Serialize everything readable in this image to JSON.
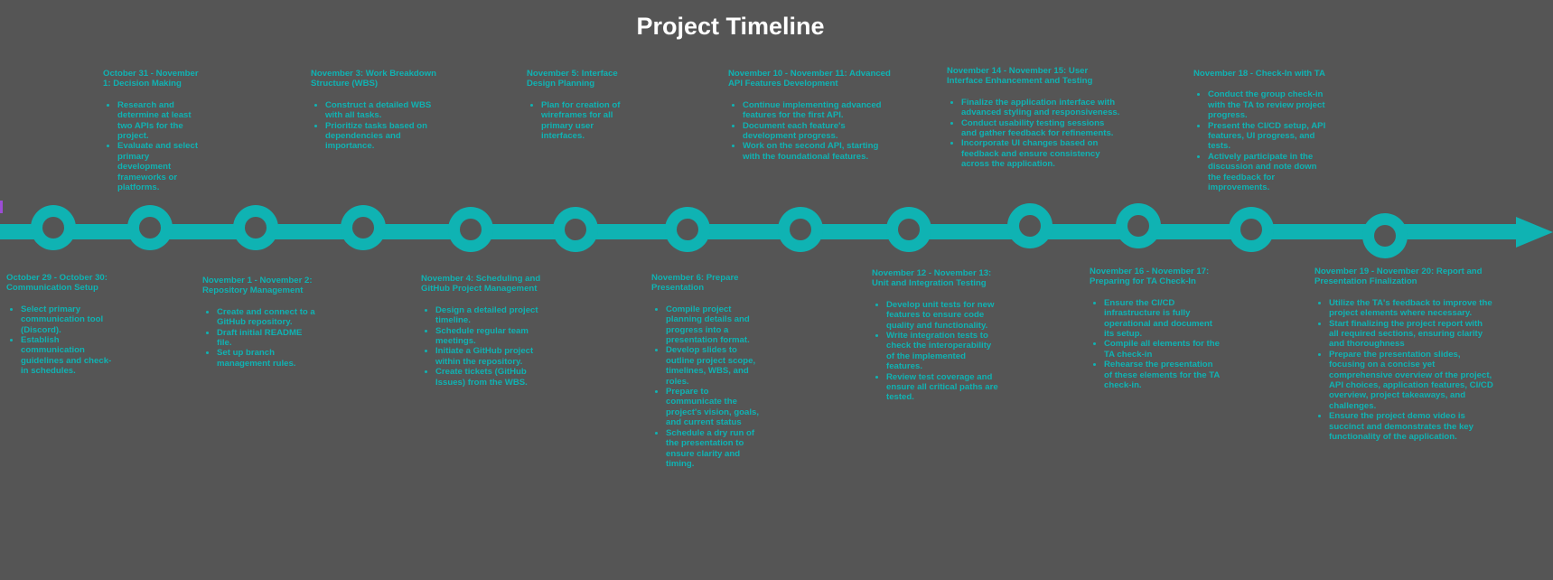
{
  "title": "Project Timeline",
  "colors": {
    "background": "#555555",
    "accent": "#0fb3b3",
    "title": "#ffffff",
    "marker": "#9c4dd6"
  },
  "timeline": {
    "direction": "left-to-right",
    "end_symbol": "arrow-head",
    "node_count": 13
  },
  "events": [
    {
      "title": "October 29 - October 30: Communication Setup",
      "side": "below",
      "items": [
        "Select primary communication tool (Discord).",
        "Establish communication guidelines and check-in schedules."
      ]
    },
    {
      "title": "October 31 - November 1: Decision Making",
      "side": "above",
      "items": [
        "Research and determine at least two APIs for the project.",
        "Evaluate and select primary development frameworks or platforms."
      ]
    },
    {
      "title": "November 1 - November 2: Repository Management",
      "side": "below",
      "items": [
        "Create and connect to a GitHub repository.",
        "Draft initial README file.",
        "Set up branch management rules."
      ]
    },
    {
      "title": "November 3: Work Breakdown Structure (WBS)",
      "side": "above",
      "items": [
        "Construct a detailed WBS with all tasks.",
        "Prioritize tasks based on dependencies and importance."
      ]
    },
    {
      "title": "November 4: Scheduling and GitHub Project Management",
      "side": "below",
      "items": [
        "Design a detailed project timeline.",
        "Schedule regular team meetings.",
        "Initiate a GitHub project within the repository.",
        "Create tickets (GitHub Issues) from the WBS."
      ]
    },
    {
      "title": "November 5: Interface Design Planning",
      "side": "above",
      "items": [
        "Plan for creation of wireframes for all primary user interfaces."
      ]
    },
    {
      "title": "November 6: Prepare Presentation",
      "side": "below",
      "items": [
        "Compile project planning details and progress into a presentation format.",
        "Develop slides to outline project scope, timelines, WBS, and roles.",
        "Prepare to communicate the project's vision, goals, and current status",
        "Schedule a dry run of the presentation to ensure clarity and timing."
      ]
    },
    {
      "title": "November 10 - November 11: Advanced API Features Development",
      "side": "above",
      "items": [
        "Continue implementing advanced features for the first API.",
        "Document each feature's development progress.",
        "Work on the second API, starting with the foundational features."
      ]
    },
    {
      "title": "November 12 - November 13: Unit and Integration Testing",
      "side": "below",
      "items": [
        "Develop unit tests for new features to ensure code quality and functionality.",
        "Write integration tests to check the interoperability of the implemented features.",
        "Review test coverage and ensure all critical paths are tested."
      ]
    },
    {
      "title": "November 14 - November 15: User Interface Enhancement and Testing",
      "side": "above",
      "items": [
        "Finalize the application interface with advanced styling and responsiveness.",
        "Conduct usability testing sessions and gather feedback for refinements.",
        "Incorporate UI changes based on feedback and ensure consistency across the application."
      ]
    },
    {
      "title": "November 16 - November 17: Preparing for TA Check-In",
      "side": "below",
      "items": [
        "Ensure the CI/CD infrastructure is fully operational and document its setup.",
        "Compile all elements for the TA check-in",
        "Rehearse the presentation of these elements for the TA check-in."
      ]
    },
    {
      "title": "November 18 - Check-In with TA",
      "side": "above",
      "items": [
        "Conduct the group check-in with the TA to review project progress.",
        "Present the CI/CD setup, API features, UI progress, and tests.",
        "Actively participate in the discussion and note down the feedback for improvements."
      ]
    },
    {
      "title": "November 19 - November 20: Report and Presentation Finalization",
      "side": "below",
      "items": [
        "Utilize the TA's feedback to improve the project elements where necessary.",
        "Start finalizing the project report with all required sections, ensuring clarity and thoroughness",
        "Prepare the presentation slides, focusing on a concise yet comprehensive overview of the project, API choices, application features, CI/CD overview, project takeaways, and challenges.",
        "Ensure the project demo video is succinct and demonstrates the key functionality of the application."
      ]
    }
  ]
}
